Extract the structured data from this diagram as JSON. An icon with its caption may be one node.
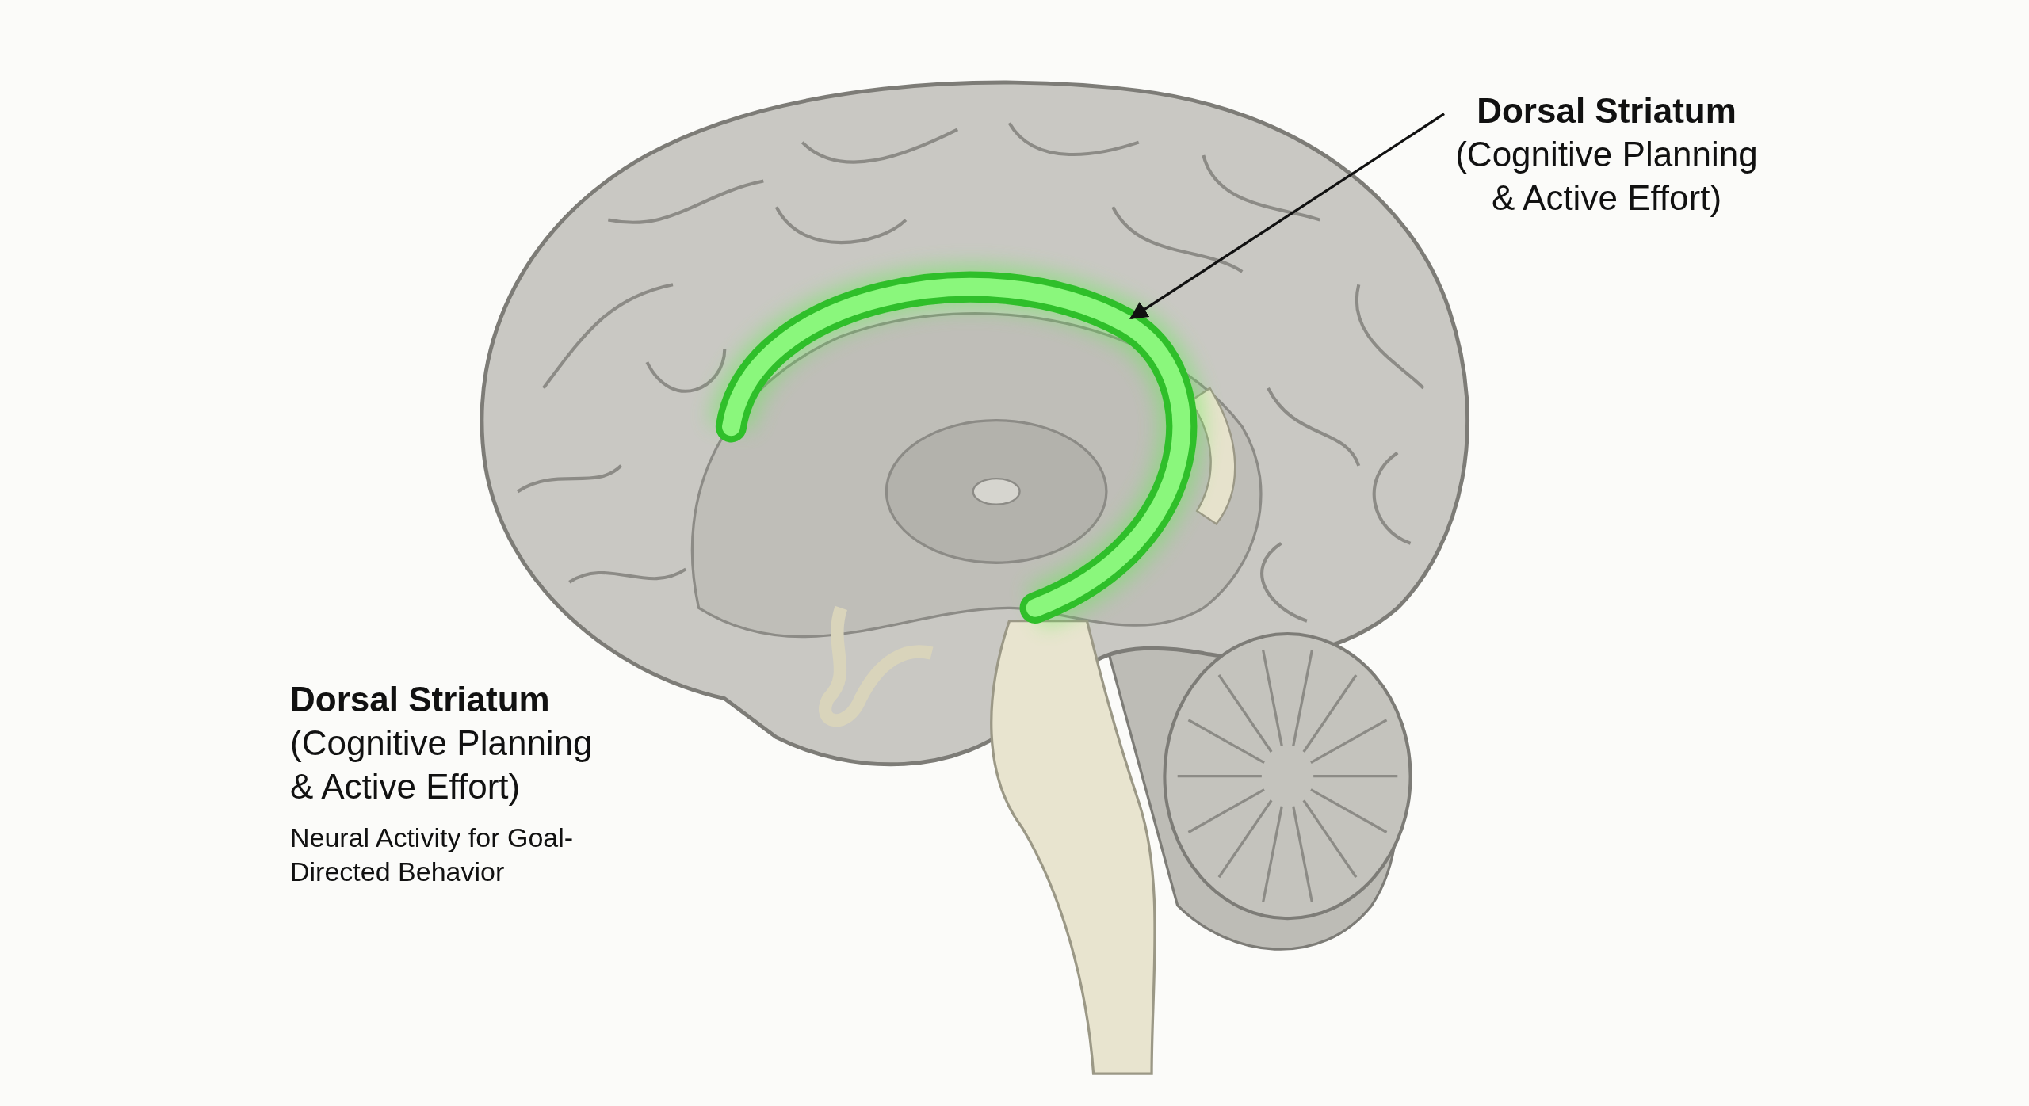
{
  "diagram": {
    "nodes": [
      {
        "text": [
          "Dorsal Striatum",
          "(Cognitive Planning & Active Effort)"
        ]
      },
      {
        "text": [],
        "shape": "picture"
      }
    ],
    "edges": [
      {
        "from": 0,
        "to": 1,
        "arrow": "to"
      }
    ],
    "labels": [
      "Dorsal Striatum",
      "(Cognitive Planning & Active Effort)",
      "Neural Activity for Goal-Directed Behavior"
    ]
  }
}
